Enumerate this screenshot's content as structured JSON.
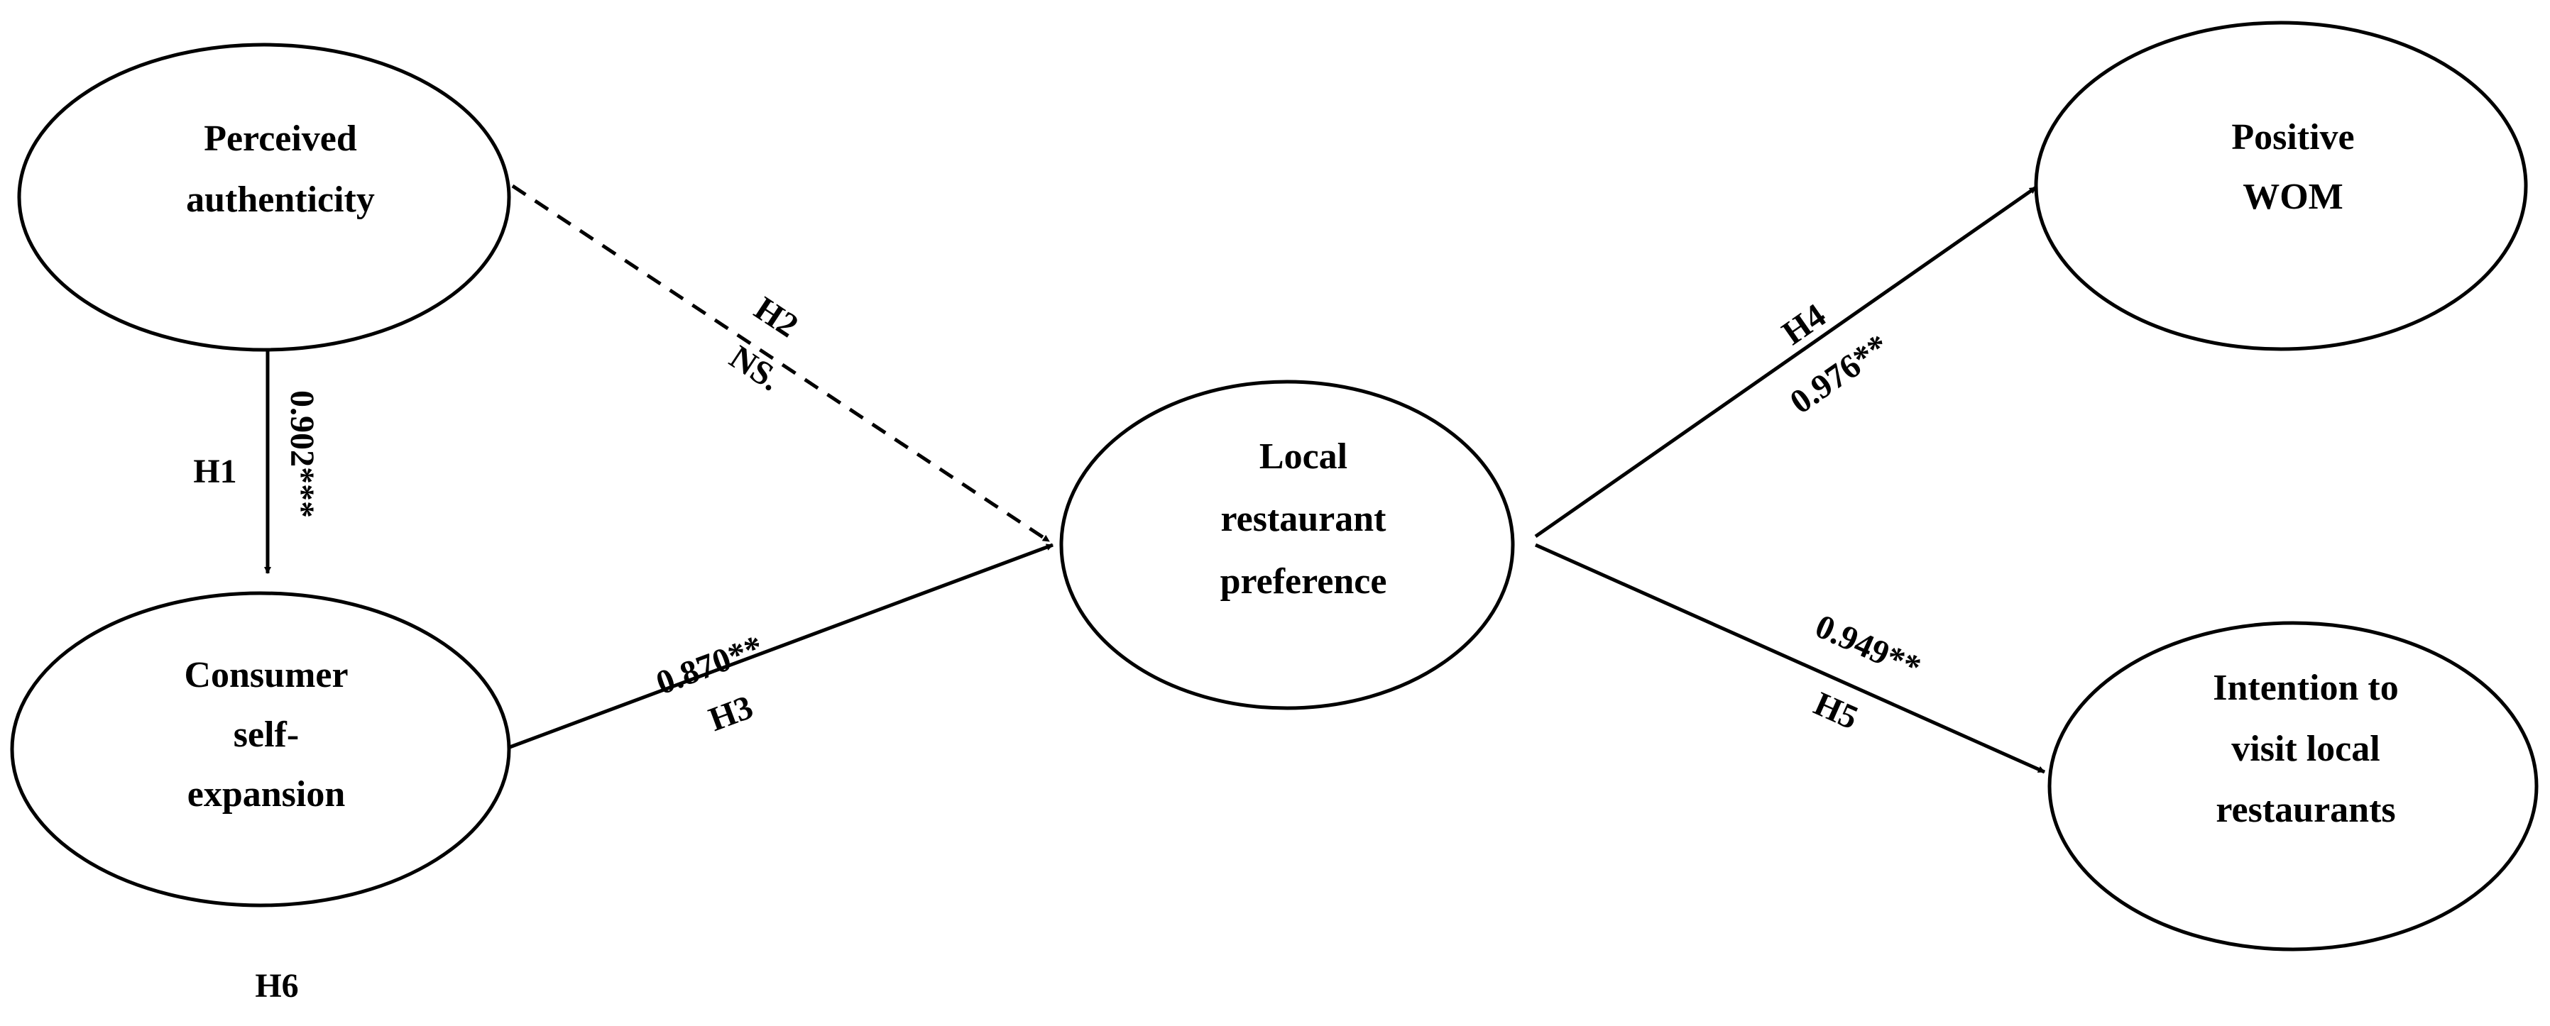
{
  "nodes": {
    "perceived_authenticity": [
      "Perceived",
      "authenticity"
    ],
    "consumer_self_expansion": [
      "Consumer",
      "self-",
      "expansion"
    ],
    "local_restaurant_preference": [
      "Local",
      "restaurant",
      "preference"
    ],
    "positive_wom": [
      "Positive",
      "WOM"
    ],
    "intention_to_visit": [
      "Intention to",
      "visit local",
      "restaurants"
    ]
  },
  "paths": {
    "h1": {
      "hypothesis": "H1",
      "coefficient": "0.902***",
      "style": "solid"
    },
    "h2": {
      "hypothesis": "H2",
      "coefficient": "NS.",
      "style": "dashed"
    },
    "h3": {
      "hypothesis": "H3",
      "coefficient": "0.870**",
      "style": "solid"
    },
    "h4": {
      "hypothesis": "H4",
      "coefficient": "0.976**",
      "style": "solid"
    },
    "h5": {
      "hypothesis": "H5",
      "coefficient": "0.949**",
      "style": "solid"
    }
  },
  "h6_label": "H6"
}
